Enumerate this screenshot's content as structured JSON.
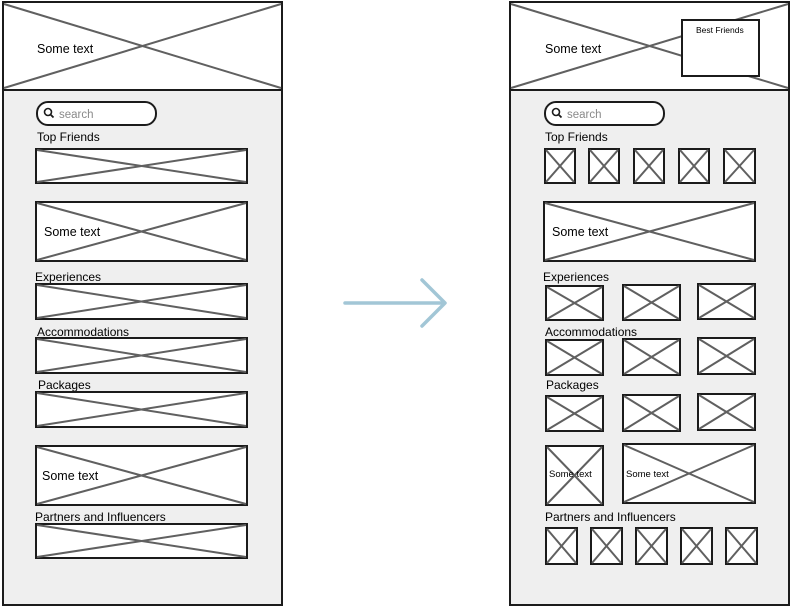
{
  "colors": {
    "ink": "#1b1b1b",
    "placeholder_line": "#606060",
    "panel_fill": "#efefef",
    "arrow": "#a2c6d6",
    "search_text": "#8a8a8a"
  },
  "before": {
    "header_text": "Some text",
    "search_placeholder": "search",
    "top_friends_label": "Top Friends",
    "banner_text": "Some text",
    "experiences_label": "Experiences",
    "accommodations_label": "Accommodations",
    "packages_label": "Packages",
    "promo_text": "Some text",
    "partners_label": "Partners and Influencers"
  },
  "after": {
    "header_text": "Some text",
    "best_friends_label": "Best Friends",
    "search_placeholder": "search",
    "top_friends_label": "Top Friends",
    "banner_text": "Some text",
    "experiences_label": "Experiences",
    "accommodations_label": "Accommodations",
    "packages_label": "Packages",
    "promo_left_text": "Some text",
    "promo_right_text": "Some text",
    "partners_label": "Partners and Influencers"
  },
  "arrow": {
    "icon": "arrow-right-icon"
  }
}
